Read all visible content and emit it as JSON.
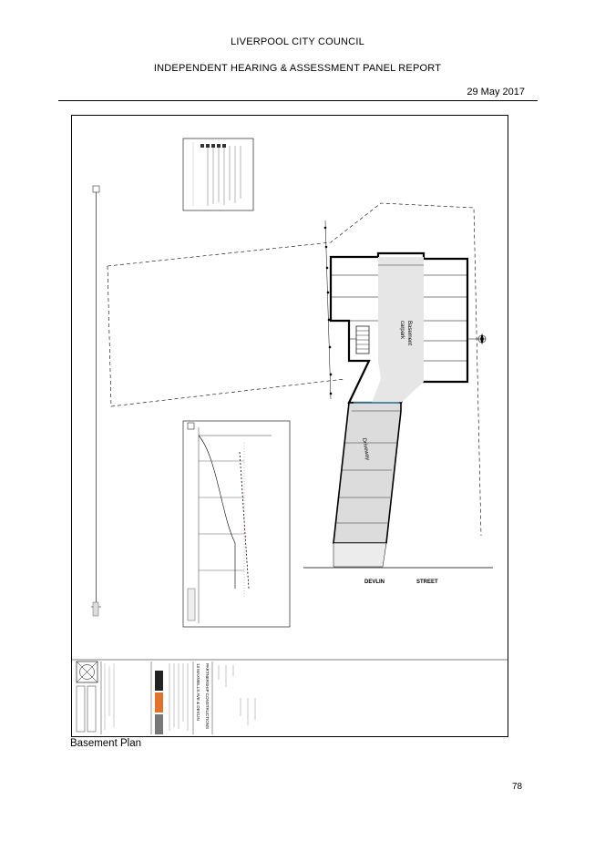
{
  "header": {
    "council": "LIVERPOOL CITY COUNCIL",
    "report": "INDEPENDENT HEARING & ASSESSMENT PANEL REPORT",
    "date": "29 May 2017"
  },
  "drawing": {
    "street_word1": "DEVLIN",
    "street_word2": "STREET",
    "basement_label_1": "Basement",
    "basement_label_2": "carpark",
    "driveway_label": "Driveway",
    "firm": "PARTNERSHIP CONSTRUCTIONS",
    "address": "13 MAXWELLS AVE & DEVLIN"
  },
  "caption": "Basement Plan",
  "page_number": "78"
}
